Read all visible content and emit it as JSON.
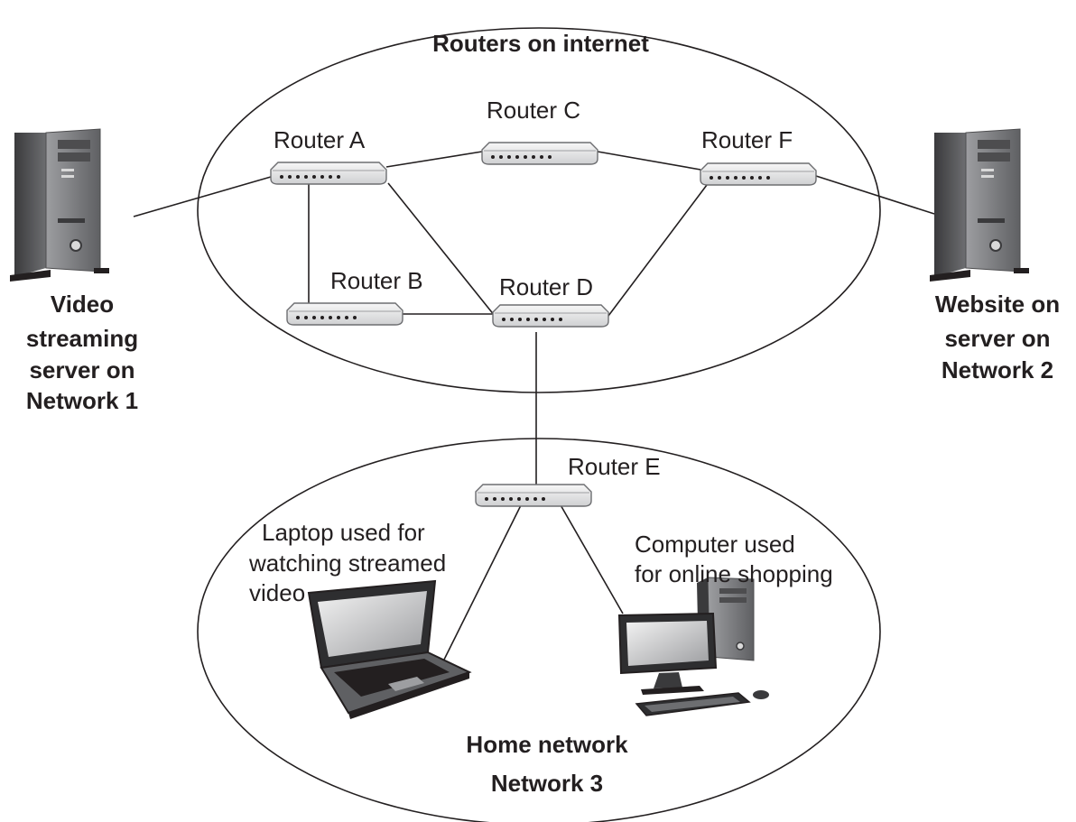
{
  "network_regions": {
    "internet_title": "Routers on internet",
    "home_title_line1": "Home network",
    "home_title_line2": "Network 3"
  },
  "routers": {
    "a": "Router A",
    "b": "Router B",
    "c": "Router C",
    "d": "Router D",
    "e": "Router E",
    "f": "Router F"
  },
  "devices": {
    "video_server": [
      "Video",
      "streaming",
      "server on",
      "Network 1"
    ],
    "website_server": [
      "Website on",
      "server on",
      "Network 2"
    ],
    "laptop": [
      "Laptop used for",
      "watching streamed",
      "video"
    ],
    "desktop": [
      "Computer used",
      "for online shopping"
    ]
  },
  "colors": {
    "line": "#231f20",
    "router_body": "#e6e6e6",
    "router_edge": "#6d6e71",
    "tower_dark": "#4d4d4f",
    "tower_mid": "#8a8b8e",
    "screen": "#c8c9cb"
  }
}
